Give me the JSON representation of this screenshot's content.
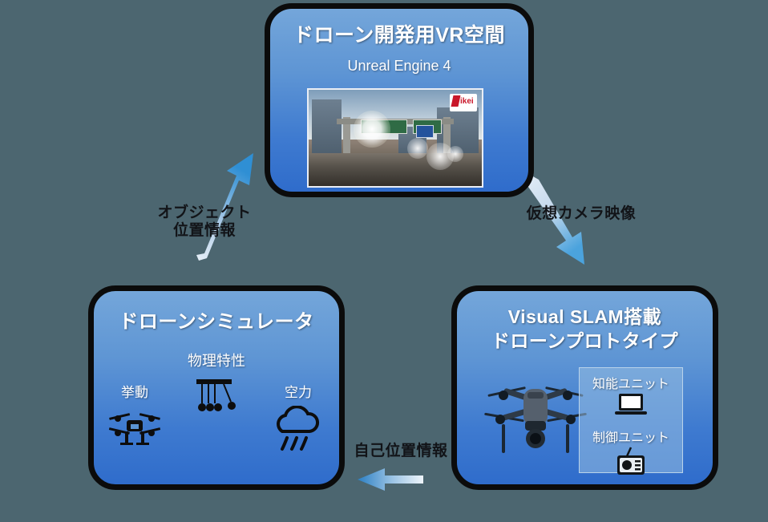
{
  "background_color": "#4c6670",
  "nodes": {
    "vr_space": {
      "title": "ドローン開発用VR空間",
      "subtitle": "Unreal Engine 4",
      "thumbnail_logo": "ikei",
      "thumbnail_description": "city-street-vr-screenshot"
    },
    "simulator": {
      "title": "ドローンシミュレータ",
      "subtitle": "物理特性",
      "items": [
        {
          "label": "挙動",
          "icon": "drone-icon"
        },
        {
          "label": "",
          "icon": "newtons-cradle-icon"
        },
        {
          "label": "空力",
          "icon": "rain-cloud-icon"
        }
      ]
    },
    "prototype": {
      "title_line1": "Visual SLAM搭載",
      "title_line2": "ドローンプロトタイプ",
      "photo": "drone-photo",
      "units": [
        {
          "label": "知能ユニット",
          "icon": "laptop-icon"
        },
        {
          "label": "制御ユニット",
          "icon": "rc-transmitter-icon"
        }
      ]
    }
  },
  "arrows": {
    "object_position": {
      "line1": "オブジェクト",
      "line2": "位置情報",
      "direction": "simulator-to-vr-space"
    },
    "virtual_camera": {
      "label": "仮想カメラ映像",
      "direction": "vr-space-to-prototype"
    },
    "self_position": {
      "label": "自己位置情報",
      "direction": "prototype-to-simulator"
    }
  },
  "colors": {
    "node_gradient_top": "#74a6da",
    "node_gradient_bottom": "#2f6ccb",
    "node_border": "#0b0b0b",
    "arrow_blue": "#2f8fd4",
    "arrow_pale": "#dce8f4",
    "logo_red": "#c9172a"
  }
}
